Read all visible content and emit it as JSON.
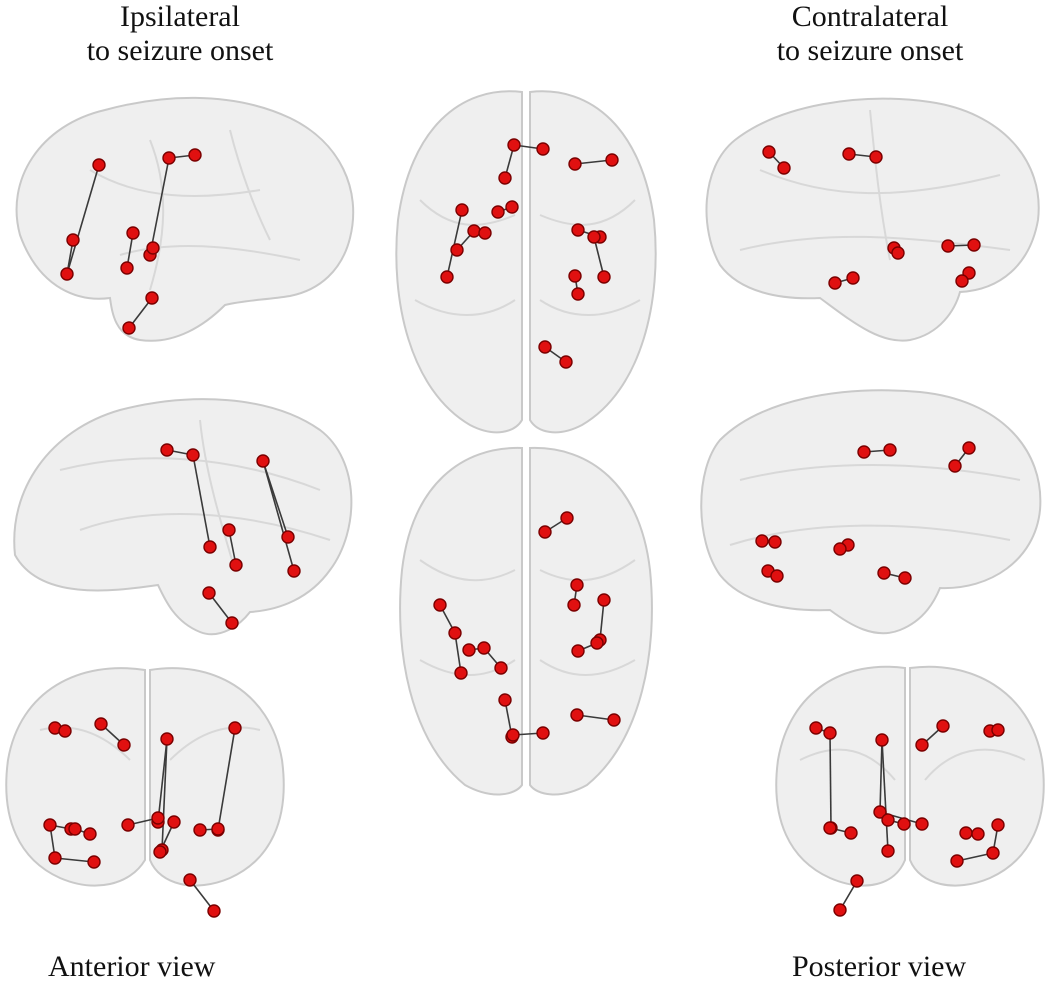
{
  "headings": {
    "ipsilateral": [
      "Ipsilateral",
      "to seizure onset"
    ],
    "contralateral": [
      "Contralateral",
      "to seizure onset"
    ]
  },
  "captions": {
    "anterior": "Anterior view",
    "posterior": "Posterior view"
  },
  "colors": {
    "node": "#e01010",
    "edge": "#3a3a3a",
    "brain": "#ececec"
  },
  "panels": [
    {
      "id": "ipsi-lateral-top",
      "region": "ipsilateral",
      "view": "lateral"
    },
    {
      "id": "ipsi-lateral-mid",
      "region": "ipsilateral",
      "view": "medial"
    },
    {
      "id": "anterior",
      "region": "ipsilateral",
      "view": "anterior"
    },
    {
      "id": "dorsal-top",
      "region": "center",
      "view": "dorsal"
    },
    {
      "id": "dorsal-bottom",
      "region": "center",
      "view": "ventral"
    },
    {
      "id": "contra-lateral-top",
      "region": "contralateral",
      "view": "lateral"
    },
    {
      "id": "contra-lateral-mid",
      "region": "contralateral",
      "view": "medial"
    },
    {
      "id": "posterior",
      "region": "contralateral",
      "view": "posterior"
    }
  ]
}
